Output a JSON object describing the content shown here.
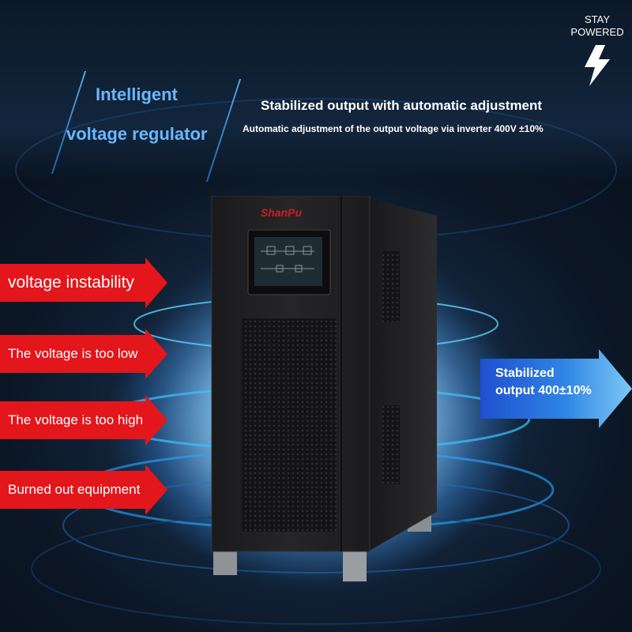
{
  "brand": {
    "line1": "STAY",
    "line2": "POWERED",
    "icon": "lightning-bolt-icon"
  },
  "title": {
    "line1": "Intelligent",
    "line2": "voltage regulator"
  },
  "headline": "Stabilized output with automatic adjustment",
  "subline": "Automatic adjustment of the output voltage via inverter 400V ±10%",
  "problems": [
    "voltage instability",
    "The voltage is too low",
    "The voltage is too high",
    "Burned out equipment"
  ],
  "output": {
    "line1": "Stabilized",
    "line2": "output 400±10%"
  },
  "product": {
    "logo": "ShanPu"
  },
  "colors": {
    "problem_red": "#e3161b",
    "output_blue": "#1f5fd6",
    "title_blue": "#6ab7ff",
    "background": "#0b1624"
  }
}
